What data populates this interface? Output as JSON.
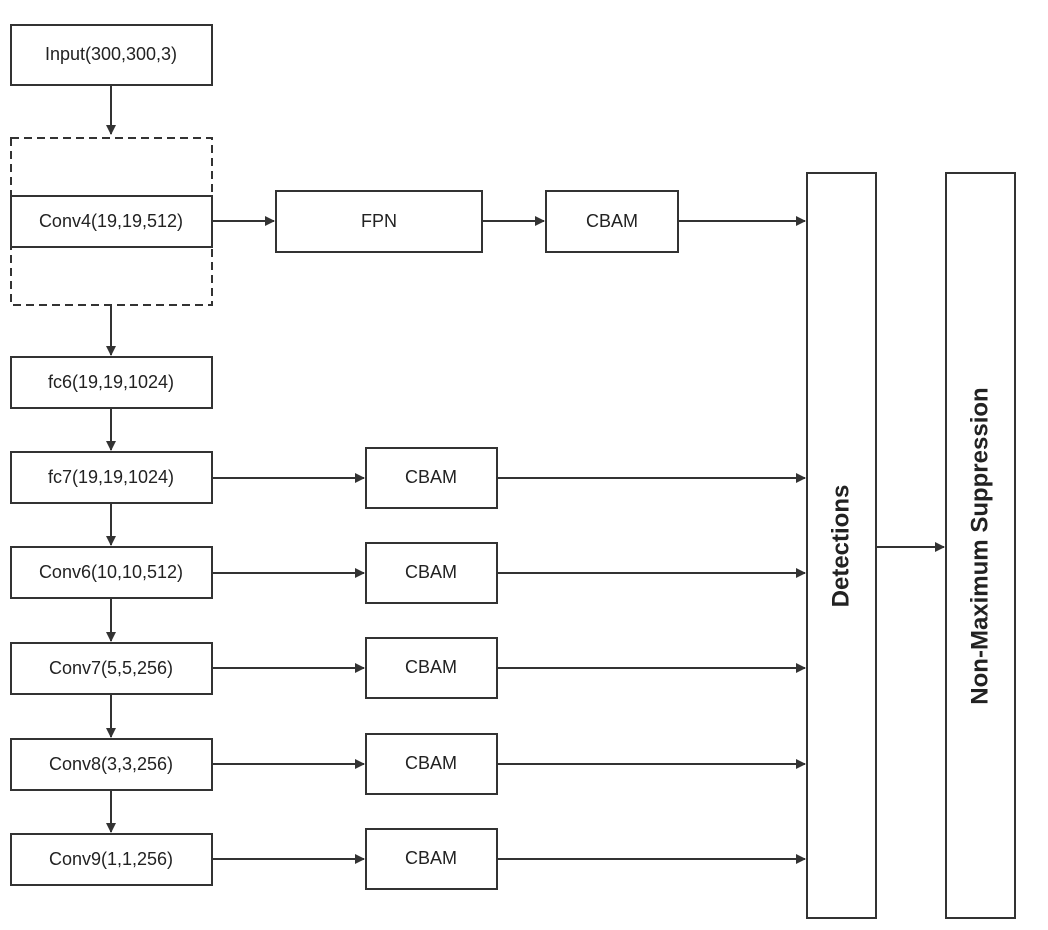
{
  "nodes": {
    "input": "Input(300,300,3)",
    "conv4": "Conv4(19,19,512)",
    "fpn": "FPN",
    "cbam_conv4": "CBAM",
    "fc6": "fc6(19,19,1024)",
    "fc7": "fc7(19,19,1024)",
    "cbam_fc7": "CBAM",
    "conv6": "Conv6(10,10,512)",
    "cbam_conv6": "CBAM",
    "conv7": "Conv7(5,5,256)",
    "cbam_conv7": "CBAM",
    "conv8": "Conv8(3,3,256)",
    "cbam_conv8": "CBAM",
    "conv9": "Conv9(1,1,256)",
    "cbam_conv9": "CBAM",
    "detections": "Detections",
    "nms": "Non-Maximum Suppression"
  },
  "colors": {
    "stroke": "#333333",
    "text": "#222222",
    "background": "#ffffff"
  }
}
